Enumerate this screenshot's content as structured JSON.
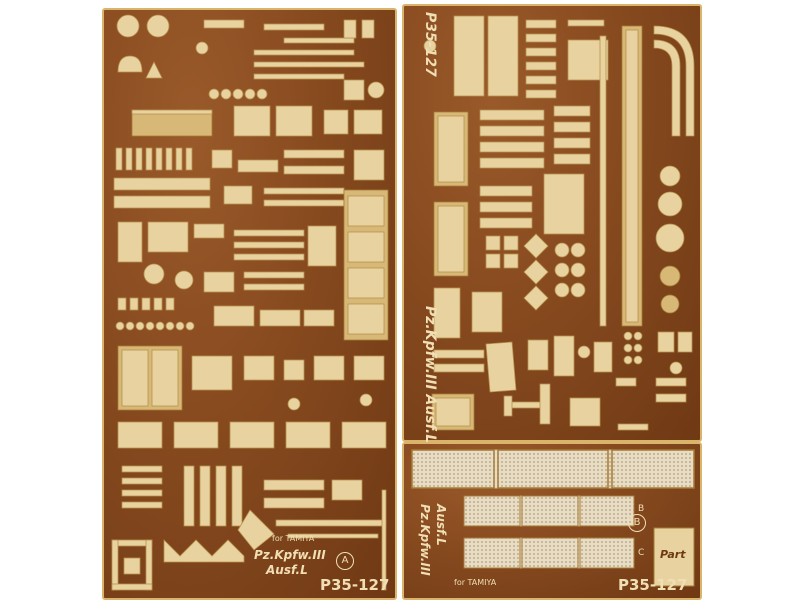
{
  "fret_a": {
    "tank_name": "Pz.Kpfw.III",
    "variant": "Ausf.L",
    "for_kit": "for TAMIYA",
    "fret_letter": "A",
    "product_code": "P35-127"
  },
  "fret_b": {
    "vertical_code": "P35-127",
    "vertical_name": "Pz.Kpfw.III Ausf.L",
    "fret_letter": "B",
    "brand": "Part",
    "tank_name": "Pz.Kpfw.III",
    "variant": "Ausf.L",
    "for_kit": "for TAMIYA",
    "product_code": "P35-127",
    "mesh_labels": [
      "B",
      "C"
    ]
  },
  "colors": {
    "fret_brass": "#874a1f",
    "part_gold": "#e8d3a0",
    "mesh": "#e7dcc6"
  }
}
